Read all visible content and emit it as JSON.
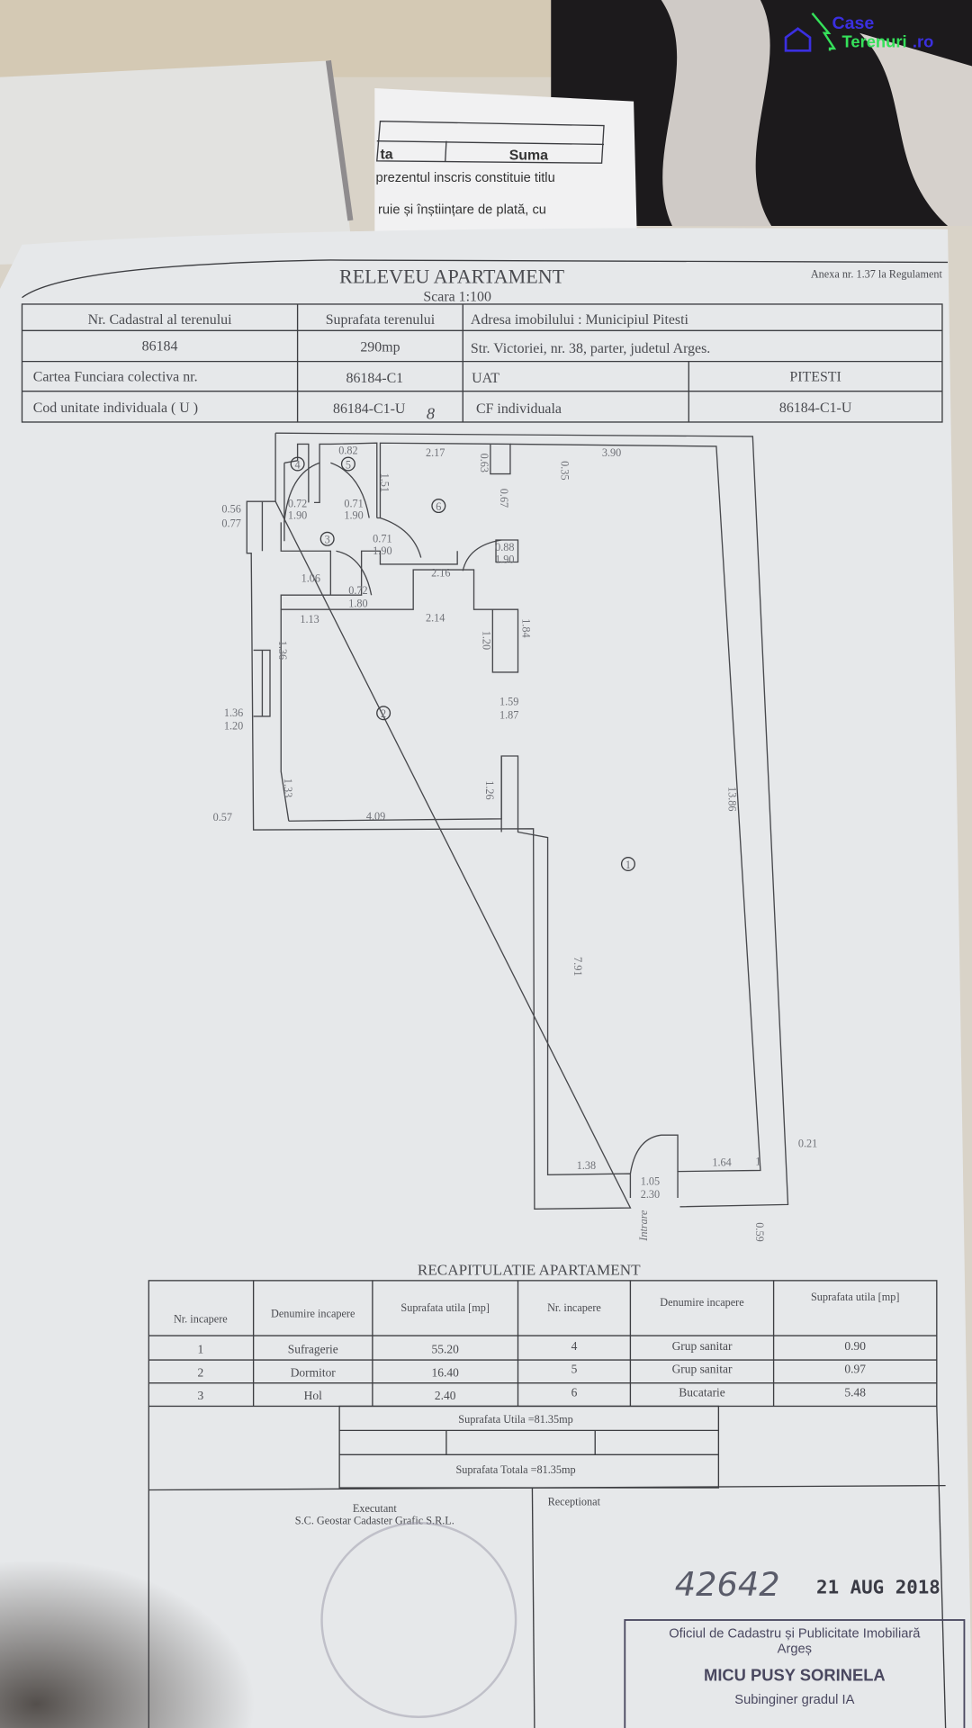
{
  "watermark": {
    "line1": "Case",
    "line2": "Terenuri",
    "line3": ".ro",
    "blue": "#3b2fe0",
    "green": "#35e05a"
  },
  "back_paper": {
    "col_a": "ta",
    "col_b": "Suma",
    "line1": "prezentul inscris constituie titlu",
    "line2": "ruie și înștiințare de plată, cu"
  },
  "document": {
    "title": "RELEVEU APARTAMENT",
    "scale": "Scara 1:100",
    "annex": "Anexa nr. 1.37 la Regulament",
    "info": {
      "cadastral_label": "Nr. Cadastral al terenului",
      "cadastral_value": "86184",
      "area_label": "Suprafata terenului",
      "area_value": "290mp",
      "address_label": "Adresa imobilului : Municipiul Pitesti",
      "address_value": "Str. Victoriei, nr. 38, parter, judetul Arges.",
      "cf_label": "Cartea Funciara colectiva nr.",
      "cf_value": "86184-C1",
      "uat_label": "UAT",
      "uat_value": "PITESTI",
      "unit_label": "Cod unitate individuala ( U )",
      "unit_value": "86184-C1-U",
      "unit_handwritten": "8",
      "cf_ind_label": "CF individuala",
      "cf_ind_value": "86184-C1-U"
    },
    "plan": {
      "rooms": [
        "1",
        "2",
        "3",
        "4",
        "5",
        "6"
      ],
      "dims": {
        "d082": "0.82",
        "d217": "2.17",
        "d063": "0.63",
        "d035": "0.35",
        "d390": "3.90",
        "d151": "1.51",
        "d067": "0.67",
        "w056": "0.56",
        "w077": "0.77",
        "a072": "0.72",
        "a190": "1.90",
        "b071": "0.71",
        "b190": "1.90",
        "c071": "0.71",
        "c190": "1.90",
        "e088": "0.88",
        "e190": "1.90",
        "d106": "1.06",
        "d216": "2.16",
        "f072": "0.72",
        "f180": "1.80",
        "d113": "1.13",
        "d214": "2.14",
        "d184": "1.84",
        "d120": "1.20",
        "d136": "1.36",
        "g136": "1.36",
        "g120": "1.20",
        "h159": "1.59",
        "h187": "1.87",
        "d133": "1.33",
        "d126": "1.26",
        "d057": "0.57",
        "d409": "4.09",
        "d1386": "13.86",
        "d791": "7.91",
        "d021": "0.21",
        "d138": "1.38",
        "d164": "1.64",
        "d1": "1",
        "i105": "1.05",
        "i230": "2.30",
        "d059": "0.59"
      },
      "entrance": "Intrare"
    },
    "recap": {
      "title": "RECAPITULATIE APARTAMENT",
      "headers": [
        "Nr. incapere",
        "Denumire incapere",
        "Suprafata utila [mp]",
        "Nr. incapere",
        "Denumire incapere",
        "Suprafata utila [mp]"
      ],
      "rows": [
        [
          "1",
          "Sufragerie",
          "55.20",
          "4",
          "Grup sanitar",
          "0.90"
        ],
        [
          "2",
          "Dormitor",
          "16.40",
          "5",
          "Grup sanitar",
          "0.97"
        ],
        [
          "3",
          "Hol",
          "2.40",
          "6",
          "Bucatarie",
          "5.48"
        ]
      ],
      "useful": "Suprafata Utila =81.35mp",
      "total": "Suprafata Totala =81.35mp"
    },
    "signatures": {
      "executant": "Executant",
      "company": "S.C. Geostar Cadaster Grafic S.R.L.",
      "received": "Receptionat",
      "reg_number": "42642",
      "date": "21 AUG 2018",
      "stamp_office": "Oficiul de Cadastru și Publicitate Imobiliară",
      "stamp_county": "Argeș",
      "stamp_name": "MICU PUSY SORINELA",
      "stamp_title": "Subinginer gradul IA"
    }
  }
}
